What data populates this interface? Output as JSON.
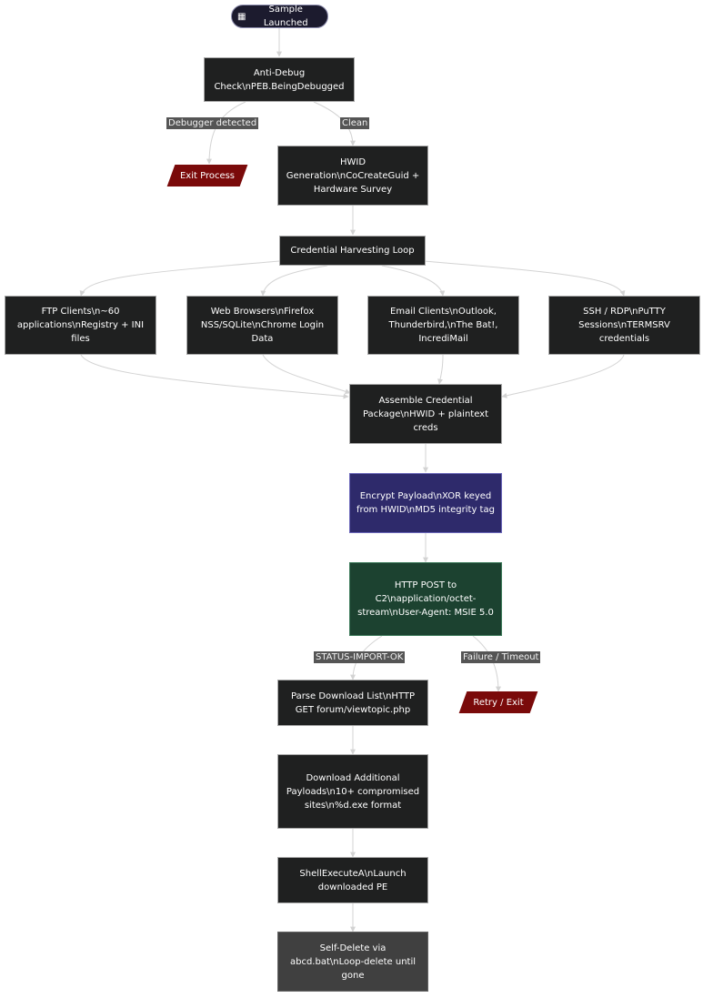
{
  "nodes": {
    "start": "Sample Launched",
    "antidebug": "Anti-Debug Check\\nPEB.BeingDebugged",
    "exit": "Exit Process",
    "hwid": "HWID Generation\\nCoCreateGuid + Hardware Survey",
    "loop": "Credential Harvesting Loop",
    "ftp": "FTP Clients\\n~60 applications\\nRegistry + INI files",
    "browsers": "Web Browsers\\nFirefox NSS/SQLite\\nChrome Login Data",
    "email": "Email Clients\\nOutlook, Thunderbird,\\nThe Bat!, IncrediMail",
    "ssh": "SSH / RDP\\nPuTTY Sessions\\nTERMSRV credentials",
    "assemble": "Assemble Credential Package\\nHWID + plaintext creds",
    "encrypt": "Encrypt Payload\\nXOR keyed from HWID\\nMD5 integrity tag",
    "post": "HTTP POST to C2\\napplication/octet-stream\\nUser-Agent: MSIE 5.0",
    "retry": "Retry / Exit",
    "parse": "Parse Download List\\nHTTP GET forum/viewtopic.php",
    "download": "Download Additional Payloads\\n10+ compromised sites\\n%d.exe format",
    "shell": "ShellExecuteA\\nLaunch downloaded PE",
    "selfdelete": "Self-Delete via abcd.bat\\nLoop-delete until gone"
  },
  "edge_labels": {
    "debugger_detected": "Debugger detected",
    "clean": "Clean",
    "status_ok": "STATUS-IMPORT-OK",
    "failure": "Failure / Timeout"
  },
  "colors": {
    "dark_node": "#1f2020",
    "start_node": "#1c1b2e",
    "encrypt_node": "#2e2a6b",
    "post_node": "#1c4230",
    "terminal_node": "#7a0a0a",
    "final_node": "#404040",
    "edge": "#d3d3d3",
    "edge_label_bg": "#555555"
  },
  "icons": {
    "start": "document-icon"
  }
}
